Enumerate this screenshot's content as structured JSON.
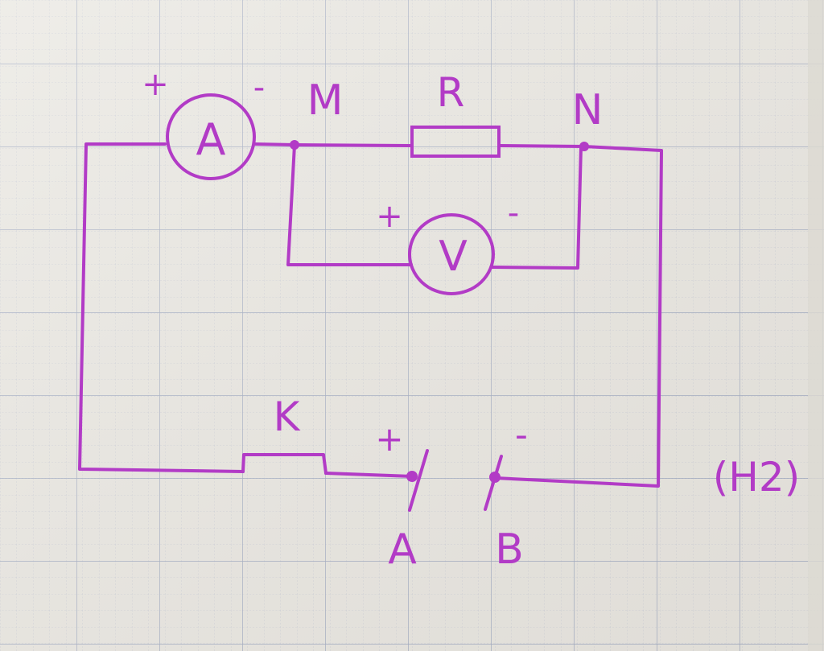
{
  "diagram": {
    "ammeter_symbol": "A",
    "voltmeter_symbol": "V",
    "node_m": "M",
    "node_n": "N",
    "resistor": "R",
    "switch": "K",
    "terminal_a": "A",
    "terminal_b": "B",
    "plus_sign": "+",
    "minus_sign": "-",
    "figure_ref": "(H2)"
  },
  "colors": {
    "ink": "#b23bc6",
    "paper": "#e9e7e2",
    "grid_major": "#7f8fb4",
    "grid_minor": "#b9c0d2"
  }
}
